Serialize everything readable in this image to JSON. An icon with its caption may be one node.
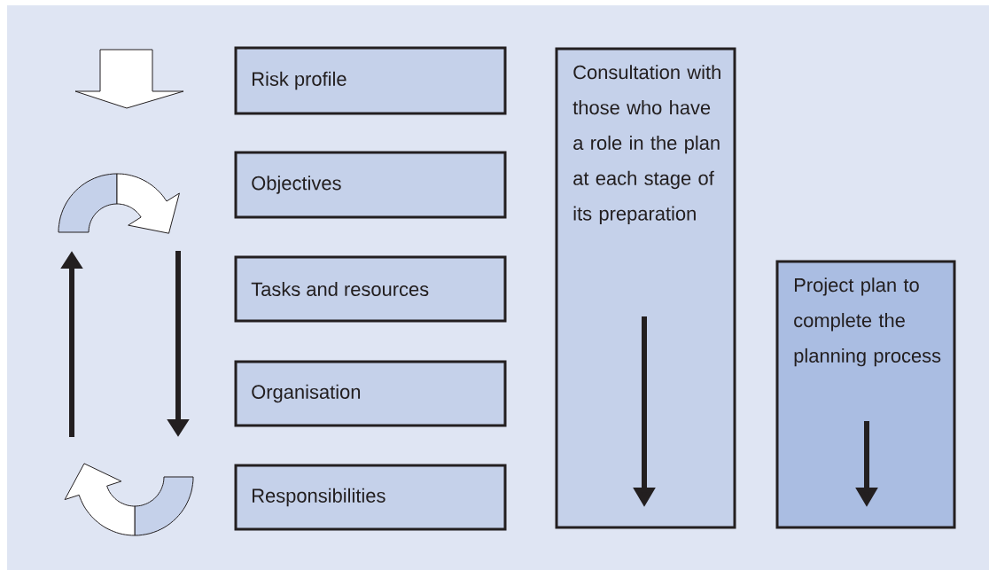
{
  "diagram": {
    "nodes": [
      {
        "text": [
          "Risk profile"
        ]
      },
      {
        "text": [
          "Objectives"
        ]
      },
      {
        "text": [
          "Tasks and resources"
        ]
      },
      {
        "text": [
          "Organisation"
        ]
      },
      {
        "text": [
          "Responsibilities"
        ]
      },
      {
        "text": [
          "Consultation with those who have a role in the plan at each stage of its preparation"
        ]
      },
      {
        "text": [
          "Project plan to complete the planning process"
        ]
      }
    ]
  }
}
